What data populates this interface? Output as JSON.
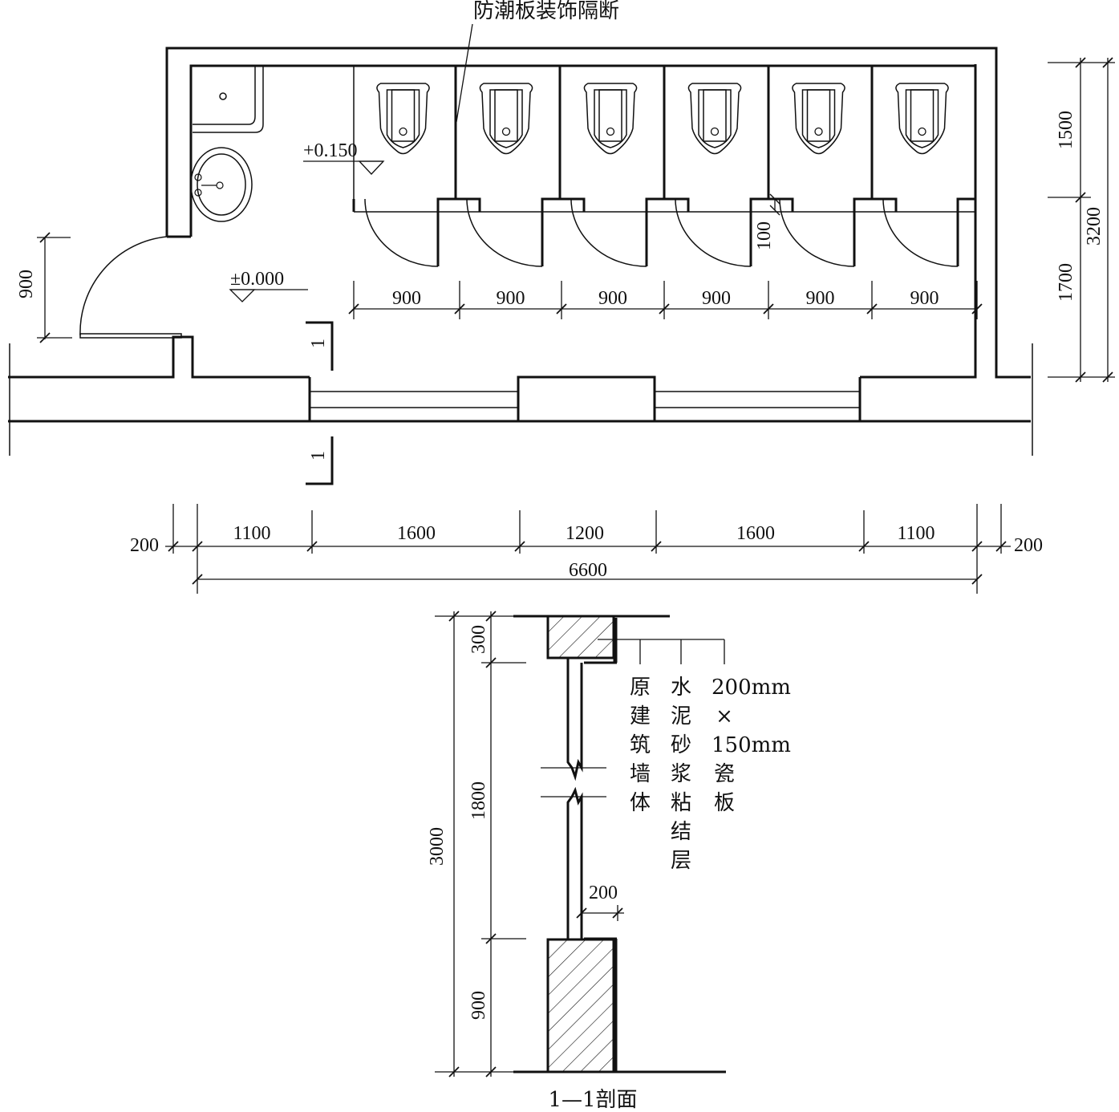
{
  "plan": {
    "callout_partition": "防潮板装饰隔断",
    "elev_raised": "+0.150",
    "elev_floor": "±0.000",
    "section_mark": "1",
    "dim_door": "900",
    "dim_gap": "100",
    "stall_widths": [
      "900",
      "900",
      "900",
      "900",
      "900",
      "900"
    ],
    "right_dims": {
      "top": "1500",
      "bottom": "1700",
      "total": "3200"
    },
    "bottom_dims": {
      "left_wall": "200",
      "segments": [
        "1100",
        "1600",
        "1200",
        "1600",
        "1100"
      ],
      "right_wall": "200",
      "total": "6600"
    }
  },
  "section": {
    "title": "1—1剖面",
    "dim_total": "3000",
    "dim_top": "300",
    "dim_mid": "1800",
    "dim_bottom": "900",
    "dim_thickness": "200",
    "labels": {
      "wall": [
        "原",
        "建",
        "筑",
        "墙",
        "体"
      ],
      "mortar": [
        "水",
        "泥",
        "砂",
        "浆",
        "粘",
        "结",
        "层"
      ],
      "tile": [
        "200mm",
        "×",
        "150mm",
        "瓷",
        "板"
      ]
    }
  }
}
